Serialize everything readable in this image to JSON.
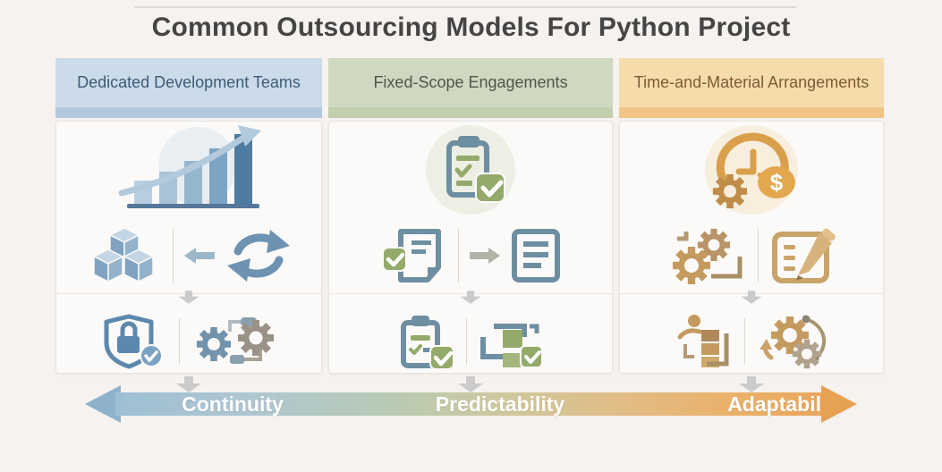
{
  "title": "Common Outsourcing Models For Python Project",
  "columns": [
    {
      "header": "Dedicated Development Teams",
      "theme": {
        "header_bg": "#cbdbe9",
        "header_strip": "#b2c8dc",
        "header_text": "#3e5a77",
        "accent": "#6f94b4"
      },
      "icons": {
        "hero": "growth-bar-chart-icon",
        "row2": [
          "modular-cubes-icon",
          "arrow-left-icon",
          "sync-cycle-icon"
        ],
        "row3": [
          "security-shield-lock-check-icon",
          "integration-gears-icon"
        ]
      }
    },
    {
      "header": "Fixed-Scope Engagements",
      "theme": {
        "header_bg": "#cfd8c0",
        "header_strip": "#c2cfae",
        "header_text": "#51564b",
        "accent": "#94aa6b"
      },
      "icons": {
        "hero": "scope-clipboard-check-icon",
        "row2": [
          "approved-document-icon",
          "arrow-right-icon",
          "spec-document-icon"
        ],
        "row3": [
          "checklist-clipboard-icon",
          "delivery-flow-check-icon"
        ]
      }
    },
    {
      "header": "Time-and-Material Arrangements",
      "theme": {
        "header_bg": "#f6dcab",
        "header_strip": "#f0c586",
        "header_text": "#7d5a38",
        "accent": "#d0a055"
      },
      "icons": {
        "hero": "time-cost-clock-gear-dollar-icon",
        "row2": [
          "working-gears-icon",
          "document-edit-pencil-icon"
        ],
        "row3": [
          "resource-person-blocks-icon",
          "iterative-gears-cycle-icon"
        ]
      }
    }
  ],
  "axis": {
    "labels": [
      "Continuity",
      "Predictability",
      "Adaptability"
    ],
    "gradient": {
      "start": "#9ebfd3",
      "middle": "#b7cab4",
      "end": "#e9a65c"
    }
  }
}
